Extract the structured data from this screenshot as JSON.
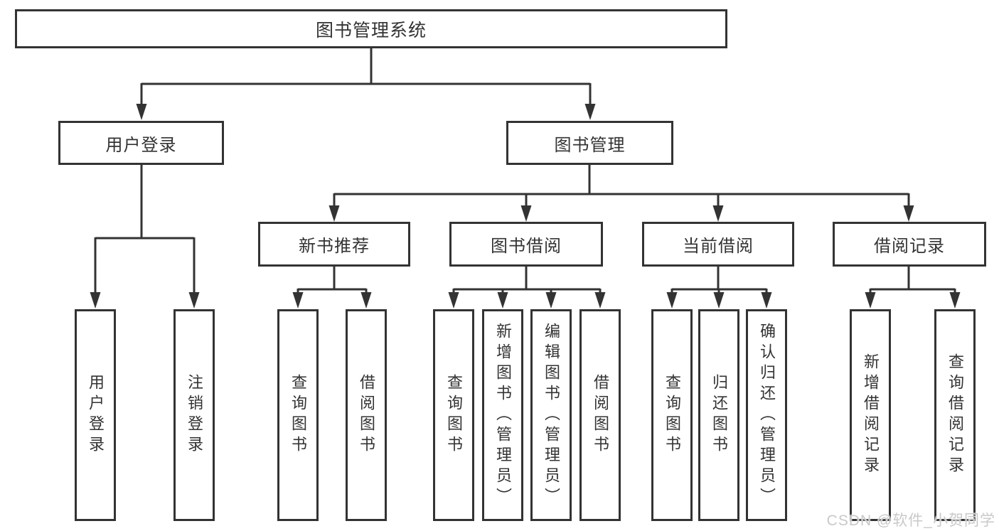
{
  "diagram": {
    "root": {
      "label": "图书管理系统"
    },
    "branches": [
      {
        "label": "用户登录",
        "children": [
          {
            "label": "用户登录"
          },
          {
            "label": "注销登录"
          }
        ]
      },
      {
        "label": "图书管理",
        "children": [
          {
            "label": "新书推荐",
            "children": [
              {
                "label": "查询图书"
              },
              {
                "label": "借阅图书"
              }
            ]
          },
          {
            "label": "图书借阅",
            "children": [
              {
                "label": "查询图书"
              },
              {
                "label": "新增图书（管理员）"
              },
              {
                "label": "编辑图书（管理员）"
              },
              {
                "label": "借阅图书"
              }
            ]
          },
          {
            "label": "当前借阅",
            "children": [
              {
                "label": "查询图书"
              },
              {
                "label": "归还图书"
              },
              {
                "label": "确认归还（管理员）"
              }
            ]
          },
          {
            "label": "借阅记录",
            "children": [
              {
                "label": "新增借阅记录"
              },
              {
                "label": "查询借阅记录"
              }
            ]
          }
        ]
      }
    ]
  },
  "watermark": {
    "text": "CSDN @软件_小贺同学"
  },
  "colors": {
    "line": "#333333",
    "text": "#333333",
    "background": "#ffffff",
    "watermark": "#c9c9c9"
  }
}
